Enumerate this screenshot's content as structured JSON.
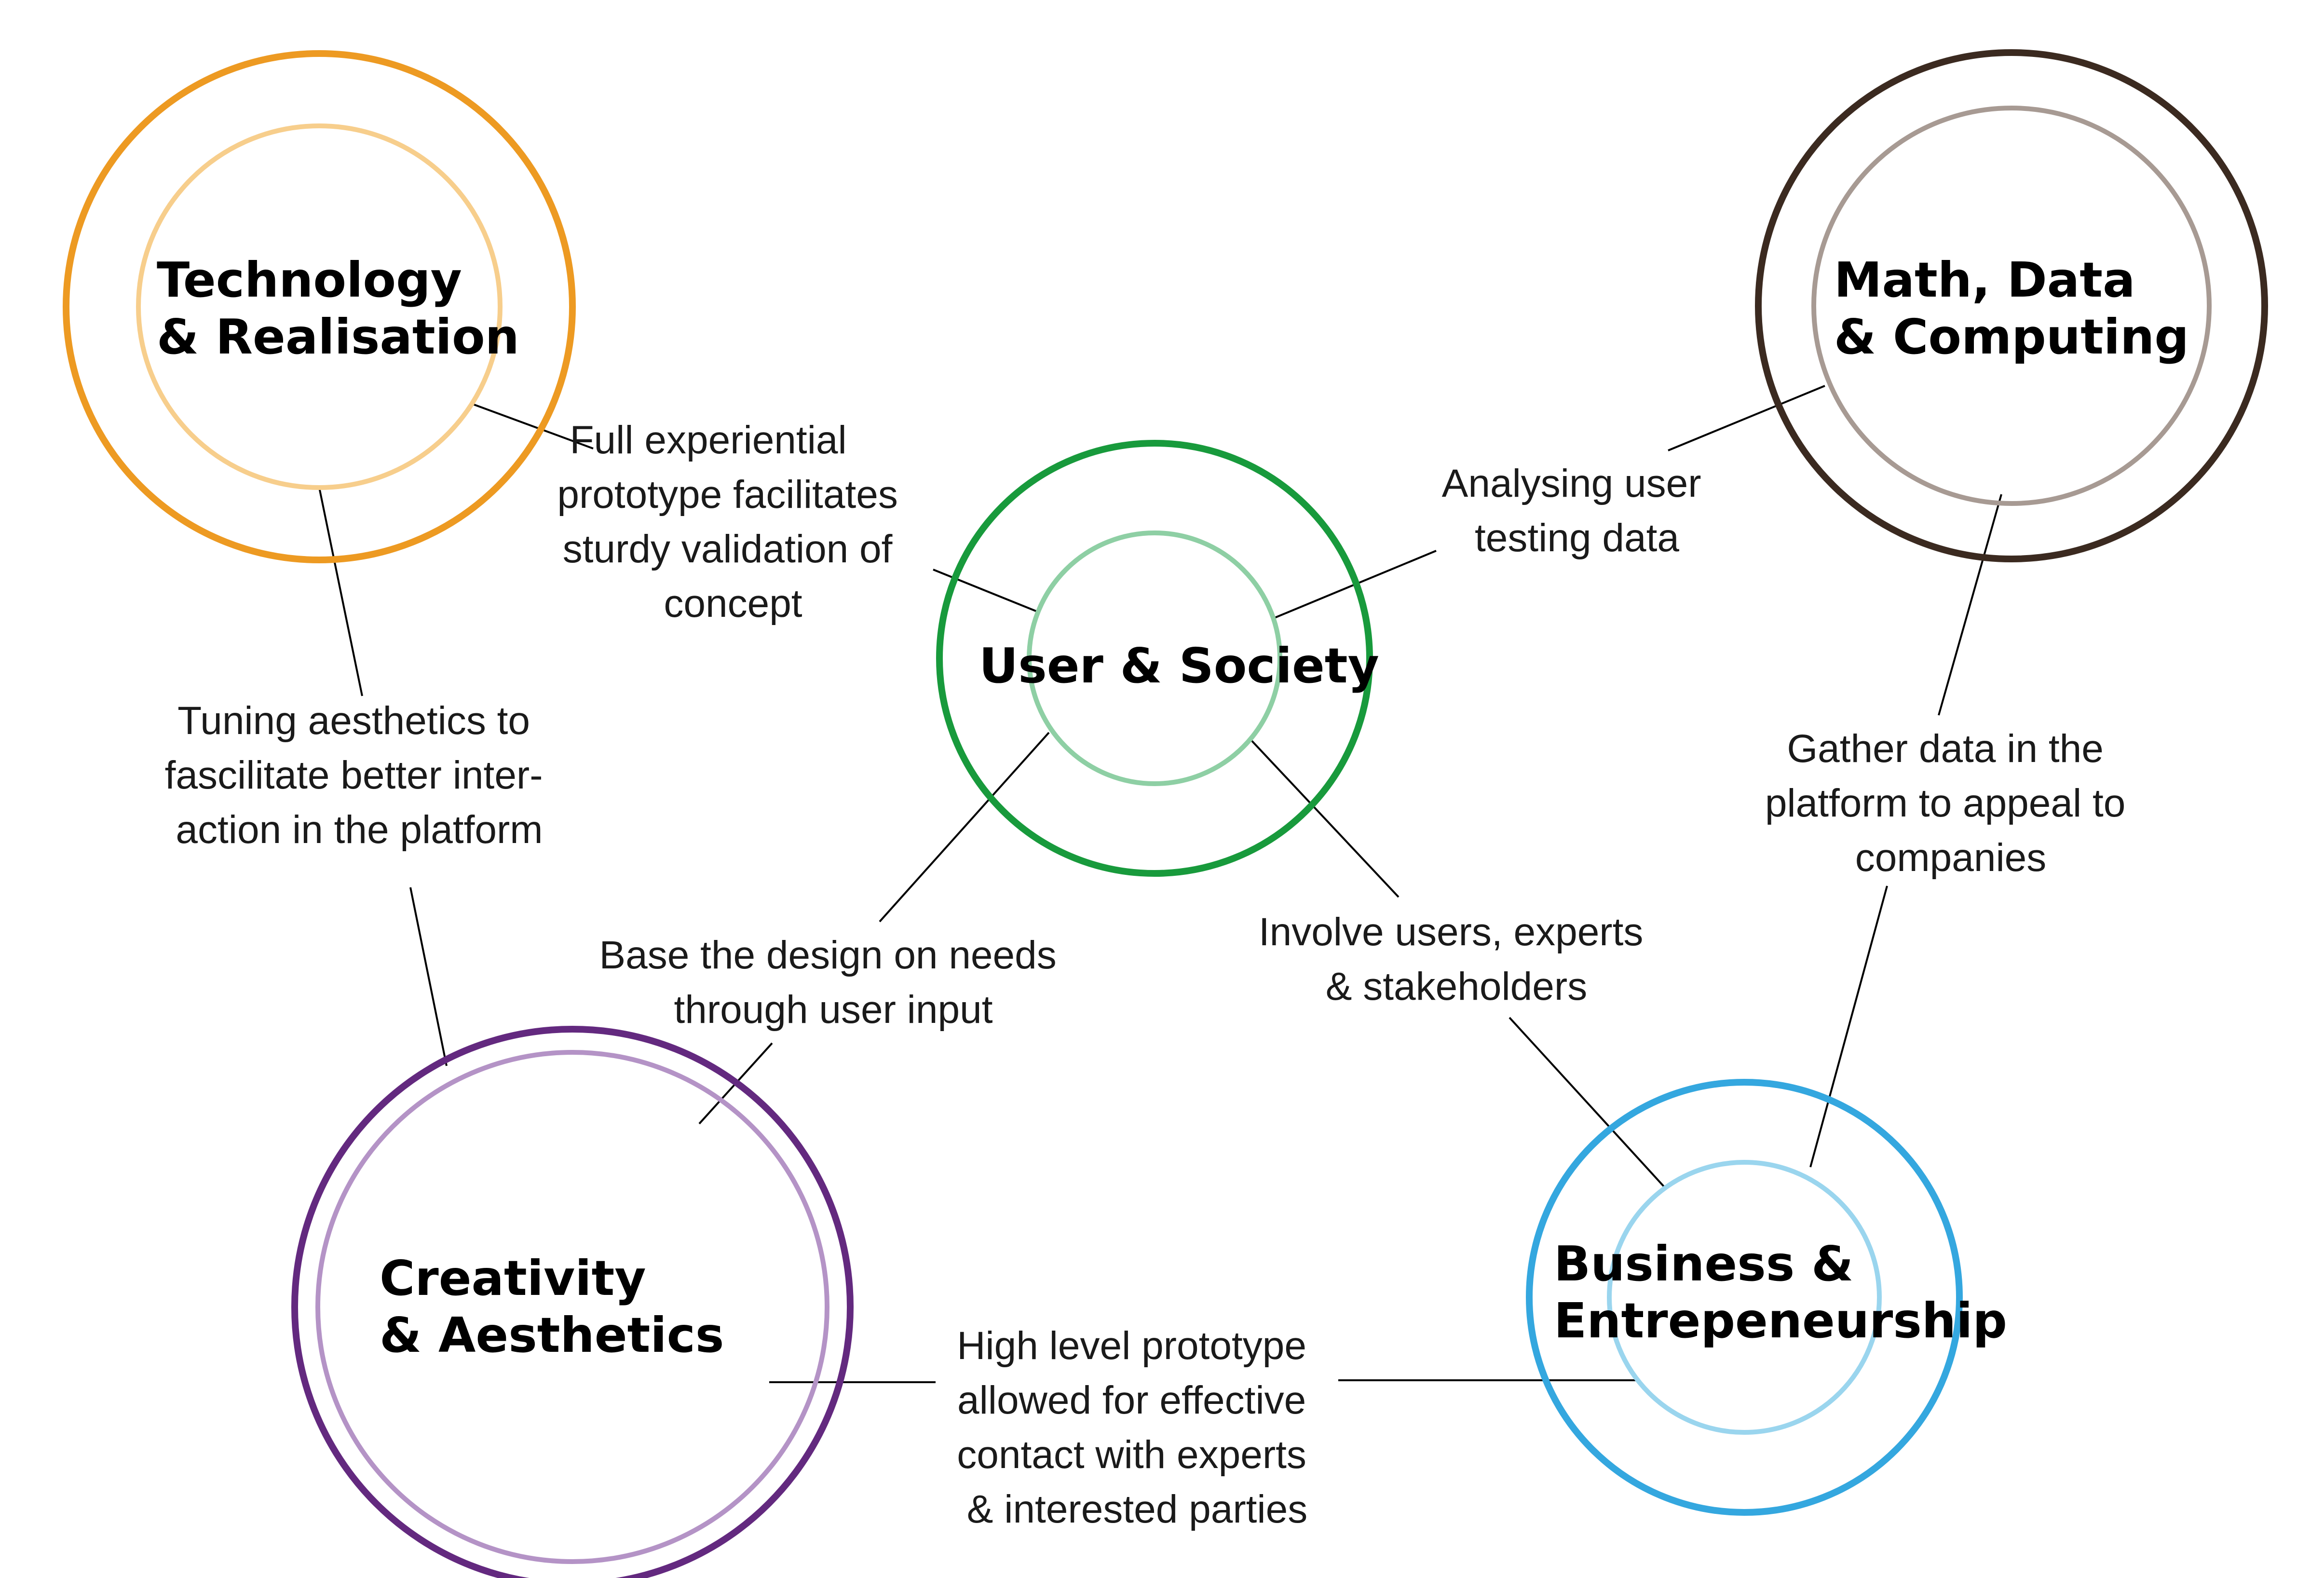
{
  "nodes": {
    "technology": {
      "lines": [
        "Technology",
        "& Realisation"
      ],
      "outer_color": "#ED9A22",
      "inner_color": "#F7CE8C"
    },
    "math": {
      "lines": [
        "Math, Data",
        "& Computing"
      ],
      "outer_color": "#3B2A20",
      "inner_color": "#A79A93"
    },
    "user": {
      "lines": [
        "User & Society"
      ],
      "outer_color": "#189A3C",
      "inner_color": "#8ECFA4"
    },
    "creativity": {
      "lines": [
        "Creativity",
        "& Aesthetics"
      ],
      "outer_color": "#63297F",
      "inner_color": "#B493C6"
    },
    "business": {
      "lines": [
        "Business &",
        "Entrepeneurship"
      ],
      "outer_color": "#34A7DF",
      "inner_color": "#9AD5EE"
    }
  },
  "edges": {
    "tech_user": [
      "Full experiential",
      "prototype facilitates",
      "sturdy validation of",
      "concept"
    ],
    "user_math": [
      "Analysing user",
      "testing data"
    ],
    "tech_creativity": [
      "Tuning aesthetics to",
      "fascilitate better inter-",
      "action in the platform"
    ],
    "math_business": [
      "Gather data in the",
      "platform to appeal to",
      "companies"
    ],
    "user_creativity": [
      "Base the design on needs",
      "through user input"
    ],
    "user_business": [
      "Involve users, experts",
      "& stakeholders"
    ],
    "creativity_business": [
      "High level prototype",
      "allowed for effective",
      "contact with experts",
      "& interested parties"
    ]
  }
}
